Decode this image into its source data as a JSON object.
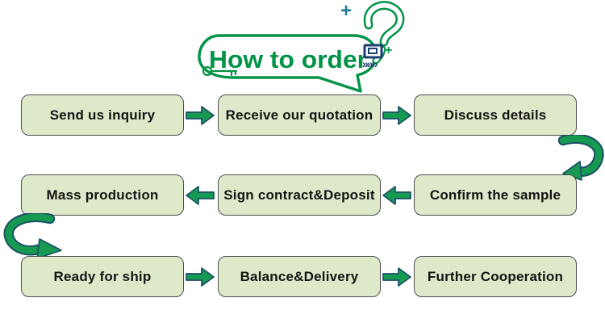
{
  "header": {
    "title": "How to order"
  },
  "icons": {
    "plus": "+",
    "chevrons": "»»»",
    "question_mark": "?",
    "key": "key-icon",
    "window": "window-icon",
    "speech_bubble": "speech-bubble"
  },
  "steps": [
    {
      "label": "Send us inquiry"
    },
    {
      "label": "Receive our quotation"
    },
    {
      "label": "Discuss details"
    },
    {
      "label": "Mass production"
    },
    {
      "label": "Sign contract&Deposit"
    },
    {
      "label": "Confirm the sample"
    },
    {
      "label": "Ready for ship"
    },
    {
      "label": "Balance&Delivery"
    },
    {
      "label": "Further Cooperation"
    }
  ],
  "colors": {
    "green": "#029347",
    "arrow-fill": "#169a52",
    "arrow-outline": "#1b4f66",
    "box-fill": "#dde9c9",
    "box-border": "#4f4f4f",
    "text": "#141414",
    "navy": "#1d3e70",
    "teal-plus": "#1f7a9c"
  }
}
